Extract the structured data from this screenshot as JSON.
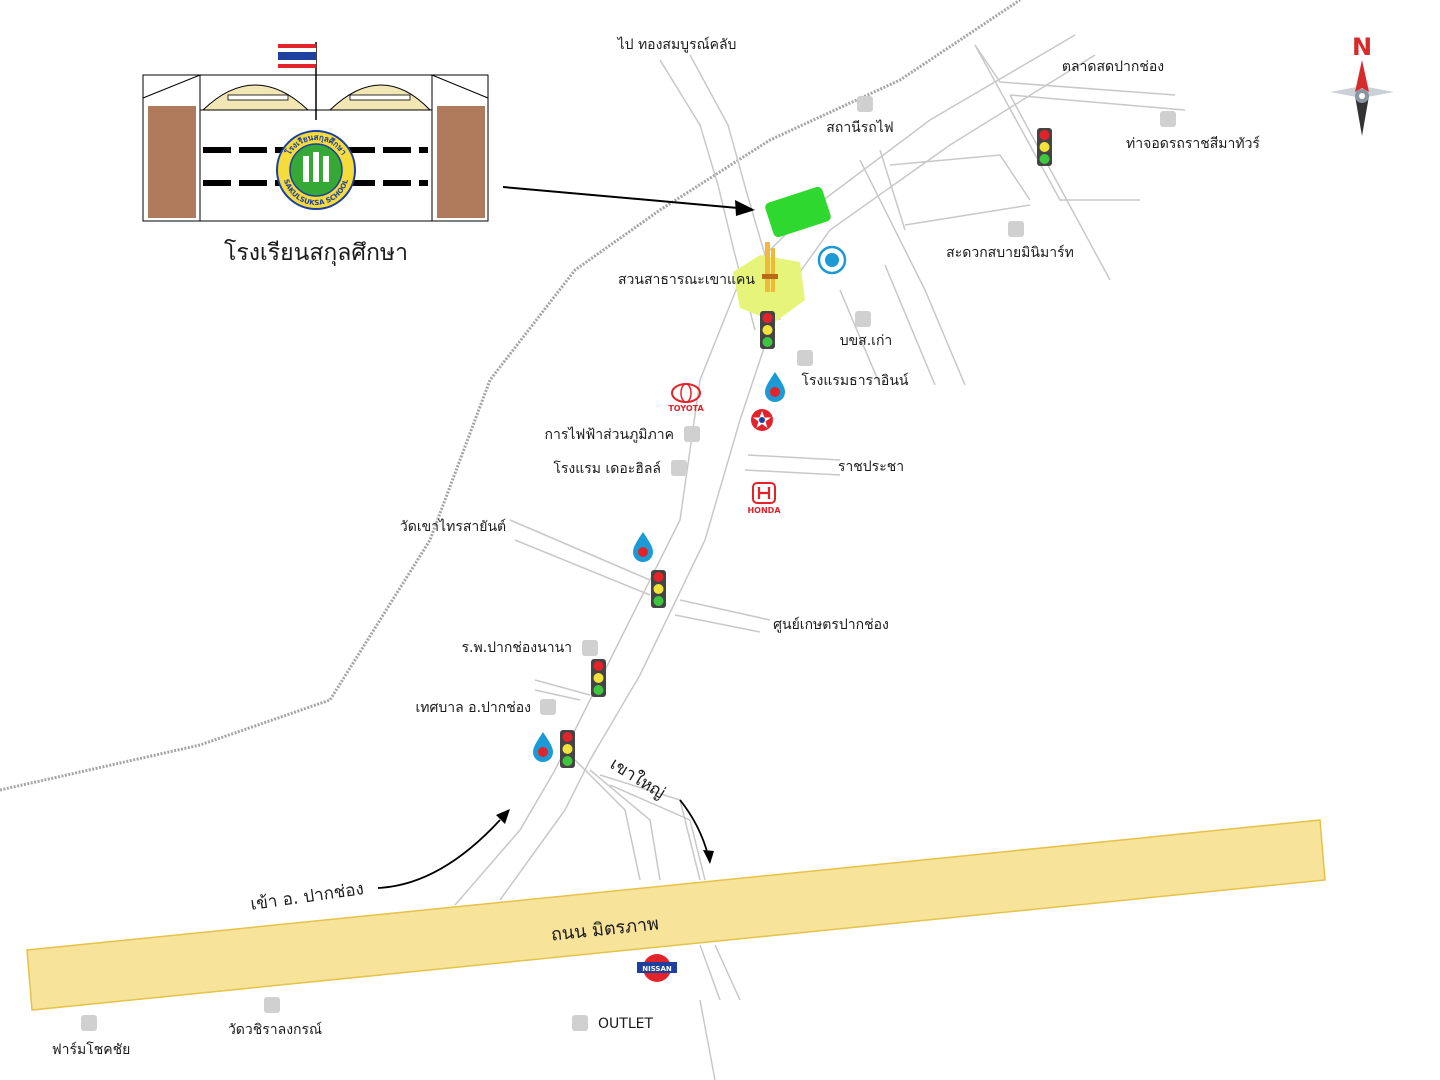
{
  "school": {
    "name": "โรงเรียนสกุลศึกษา",
    "logo_text_top": "โรงเรียนสกุลศึกษา",
    "logo_text_bottom": "SAKULSUKSA SCHOOL"
  },
  "compass": {
    "north_label": "N"
  },
  "places": {
    "golf": "ไป ทองสมบูรณ์คลับ",
    "market": "ตลาดสดปากช่อง",
    "train_station": "สถานีรถไฟ",
    "bus_terminal": "ท่าจอดรถราชสีมาทัวร์",
    "minimart": "สะดวกสบายมินิมาร์ท",
    "park": "สวนสาธารณะเขาแคน",
    "old_bus_station": "บขส.เก่า",
    "hotel_thara": "โรงแรมธาราอินน์",
    "electricity": "การไฟฟ้าส่วนภูมิภาค",
    "hotel_hills": "โรงแรม เดอะฮิลล์",
    "ratprachan": "ราชประชา",
    "temple_khaotrai": "วัดเขาไทรสายันต์",
    "agri_center": "ศูนย์เกษตรปากช่อง",
    "hospital": "ร.พ.ปากช่องนานา",
    "municipality": "เทศบาล อ.ปากช่อง",
    "farm": "ฟาร์มโชคชัย",
    "temple_chira": "วัดวชิราลงกรณ์",
    "outlet": "OUTLET"
  },
  "roads": {
    "highway": "ถนน มิตรภาพ",
    "to_khaoyai": "เขาใหญ่",
    "to_pakchong": "เข้า อ. ปากช่อง"
  },
  "brands": {
    "toyota": "TOYOTA",
    "honda": "HONDA",
    "nissan": "NISSAN"
  },
  "colors": {
    "school_marker": "#2fd82f",
    "park_area": "#e6f57a",
    "highway_fill": "#f7e39a",
    "highway_stroke": "#e6c24a",
    "brick": "#b07a5c",
    "dome": "#f1e6b4",
    "logo_green": "#36a836",
    "logo_yellow": "#f5dc3c",
    "ptt_blue": "#1b9ad6",
    "ptt_red": "#e2232a",
    "compass_red": "#d72b2b"
  }
}
